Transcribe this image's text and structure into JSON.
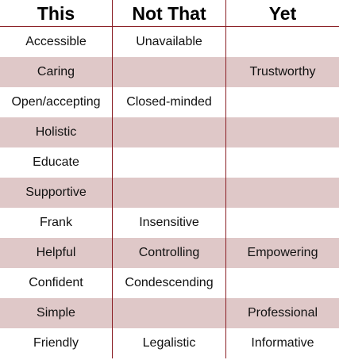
{
  "headers": [
    "This",
    "Not That",
    "Yet"
  ],
  "rows": [
    [
      "Accessible",
      "Unavailable",
      ""
    ],
    [
      "Caring",
      "",
      "Trustworthy"
    ],
    [
      "Open/accepting",
      "Closed-minded",
      ""
    ],
    [
      "Holistic",
      "",
      ""
    ],
    [
      "Educate",
      "",
      ""
    ],
    [
      "Supportive",
      "",
      ""
    ],
    [
      "Frank",
      "Insensitive",
      ""
    ],
    [
      "Helpful",
      "Controlling",
      "Empowering"
    ],
    [
      "Confident",
      "Condescending",
      ""
    ],
    [
      "Simple",
      "",
      "Professional"
    ],
    [
      "Friendly",
      "Legalistic",
      "Informative"
    ]
  ],
  "colors": {
    "rule": "#8a1f25",
    "shade": "#dfc8c8"
  }
}
